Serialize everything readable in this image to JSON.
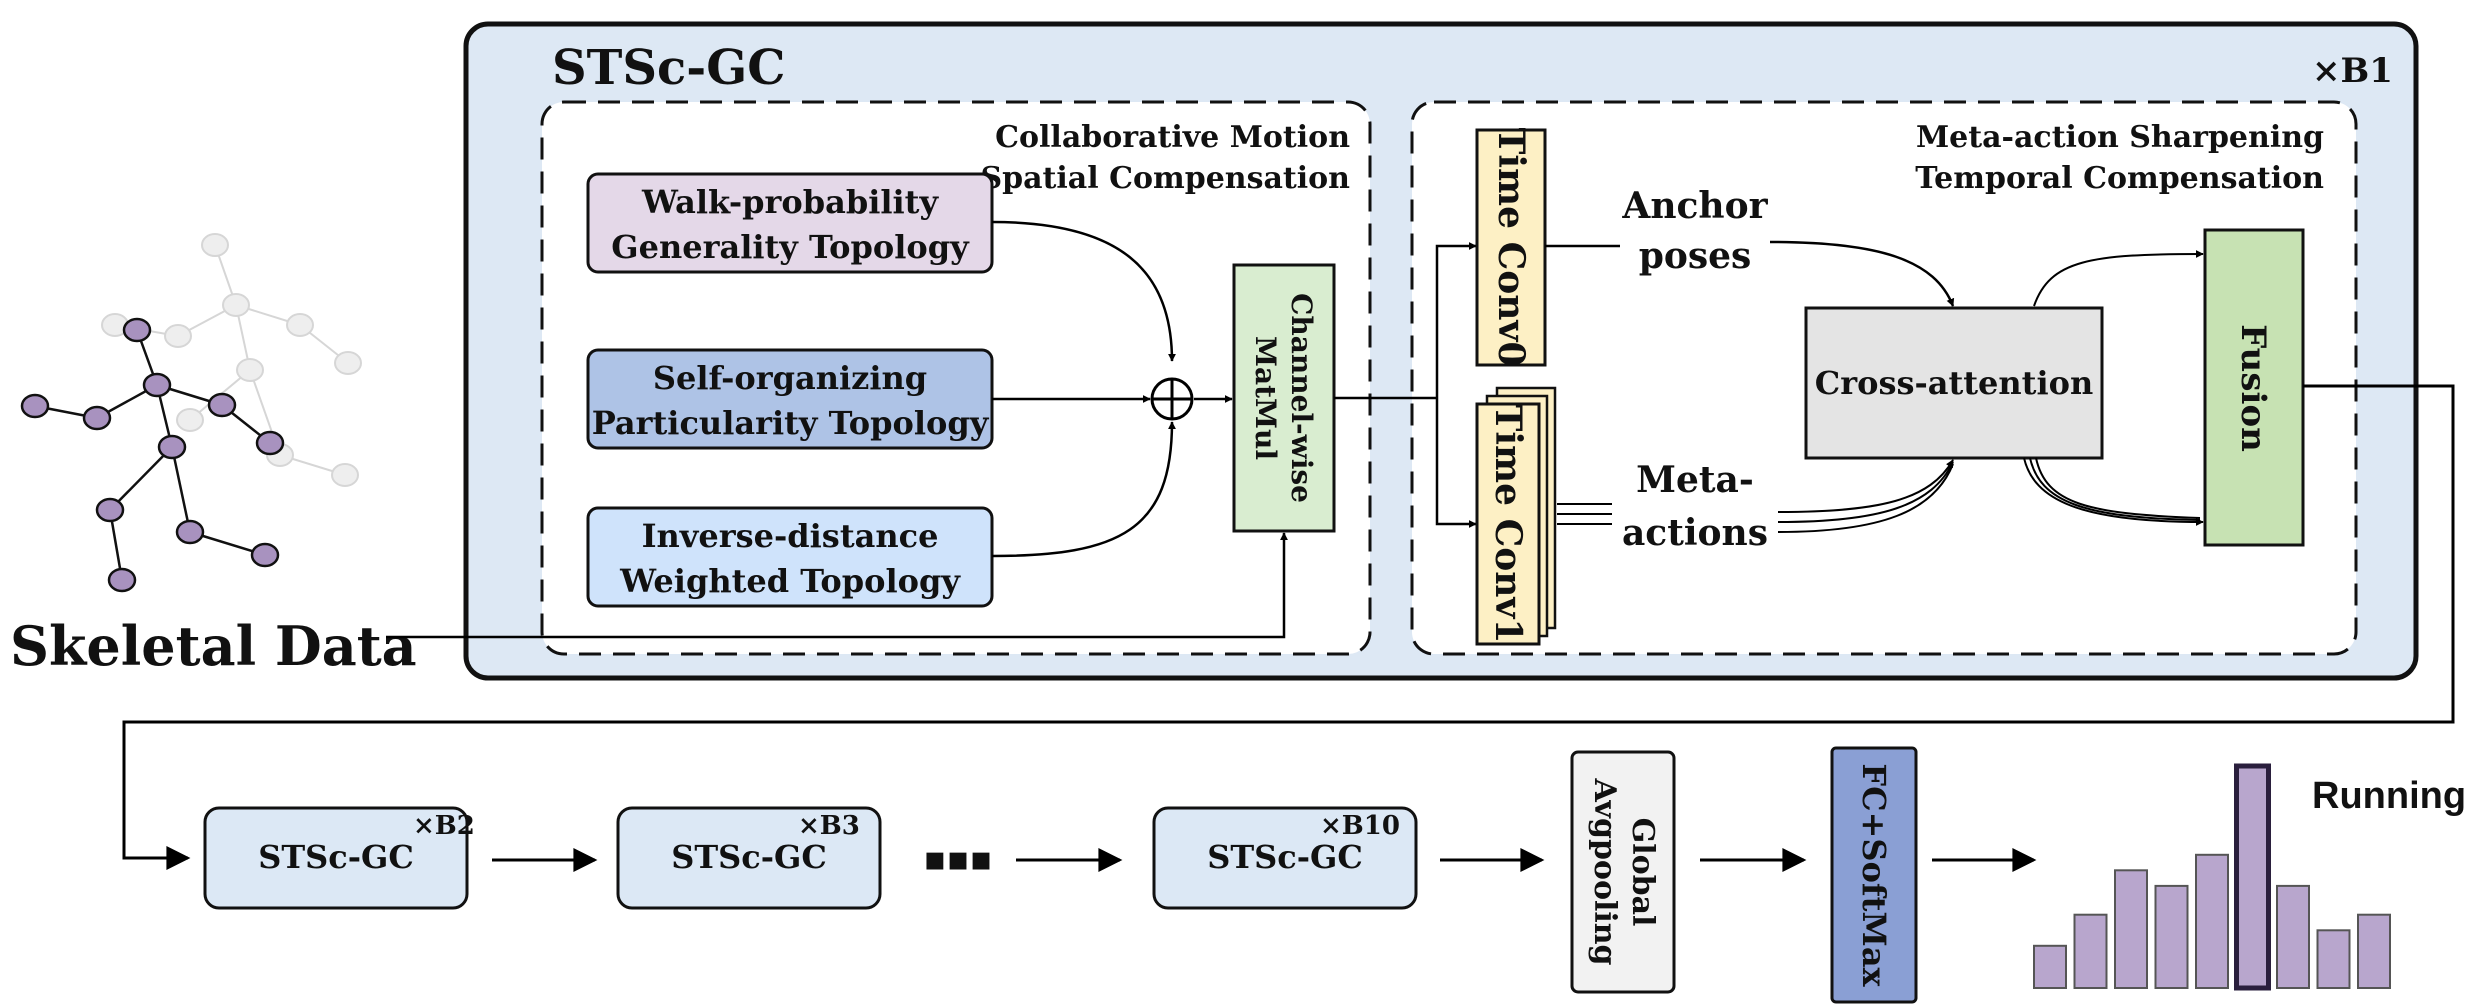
{
  "outer_block": {
    "title": "STSc-GC",
    "repeat": "×B1"
  },
  "spatial": {
    "title_line1": "Collaborative Motion",
    "title_line2": "Spatial Compensation",
    "topologies": [
      {
        "line1": "Walk-probability",
        "line2": "Generality Topology",
        "color": "#e4d8e8"
      },
      {
        "line1": "Self-organizing",
        "line2": "Particularity Topology",
        "color": "#aec3e6"
      },
      {
        "line1": "Inverse-distance",
        "line2": "Weighted Topology",
        "color": "#cfe3fb"
      }
    ],
    "matmul_line1": "Channel-wise",
    "matmul_line2": "MatMul"
  },
  "temporal": {
    "title_line1": "Meta-action Sharpening",
    "title_line2": "Temporal Compensation",
    "time_conv0": "Time Conv0",
    "time_conv1": "Time Conv1",
    "anchor_line1": "Anchor",
    "anchor_line2": "poses",
    "meta_line1": "Meta-",
    "meta_line2": "actions",
    "cross_attention": "Cross-attention",
    "fusion": "Fusion"
  },
  "input_label": "Skeletal Data",
  "pipeline": {
    "blocks": [
      {
        "label": "STSc-GC",
        "repeat": "×B2"
      },
      {
        "label": "STSc-GC",
        "repeat": "×B3"
      },
      {
        "label": "STSc-GC",
        "repeat": "×B10"
      }
    ],
    "ellipsis": "▪▪▪",
    "pool_line1": "Global",
    "pool_line2": "Avgpooling",
    "fc": "FC+SoftMax",
    "output_label": "Running",
    "output_scores": [
      0.19,
      0.33,
      0.53,
      0.46,
      0.6,
      1.0,
      0.46,
      0.26,
      0.33
    ],
    "highlight_index": 5
  },
  "colors": {
    "panel": "#dde8f4",
    "block": "#dce8f5",
    "time_conv": "#fdf0c5",
    "cross_attention": "#e4e4e4",
    "fusion": "#c7e2b3",
    "matmul": "#d9edd0",
    "pool": "#f2f2f2",
    "fc": "#8a9fd4",
    "bars": "#b8a6cd"
  }
}
